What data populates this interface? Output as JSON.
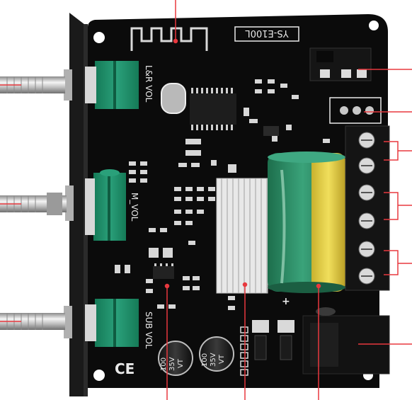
{
  "board": {
    "model_label": "YS-E100L",
    "lr_vol_label": "L&R VOL",
    "m_vol_label": "M_VOL",
    "sub_vol_label": "SUB VOL",
    "ce_mark": "CE",
    "plus_mark": "+",
    "cap1_line1": "100",
    "cap1_line2": "35V",
    "cap1_line3": "VT",
    "cap2_line1": "100",
    "cap2_line2": "35V",
    "cap2_line3": "VT"
  },
  "colors": {
    "pcb": "#0b0b0b",
    "pot": "#1f8f6a",
    "capacitor": "#2c8a63",
    "capacitor_stripe": "#e6d24a",
    "callout": "#e8383e",
    "heatsink": "#e4e4e4",
    "terminal": "#141414"
  },
  "icons": {
    "knobs": [
      "knurled-shaft-icon",
      "knurled-shaft-icon",
      "knurled-shaft-icon"
    ],
    "antenna": "pcb-antenna-icon",
    "heatsink": "heatsink-icon"
  }
}
